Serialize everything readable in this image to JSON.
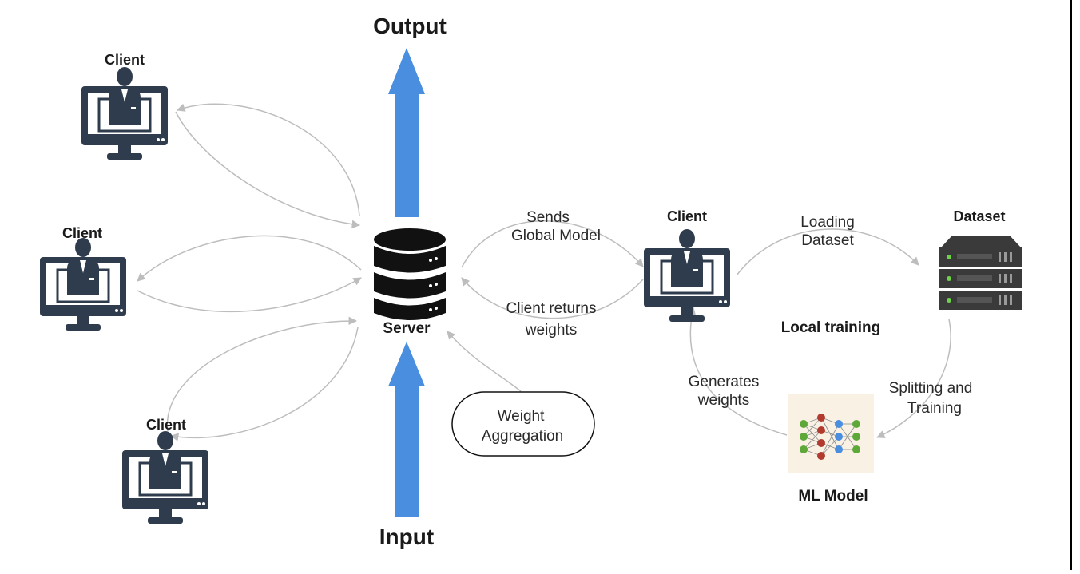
{
  "title_output": "Output",
  "title_input": "Input",
  "server": {
    "label": "Server"
  },
  "clients": {
    "top": "Client",
    "middle": "Client",
    "bottom": "Client",
    "right": "Client"
  },
  "dataset": {
    "label": "Dataset"
  },
  "ml_model": {
    "label": "ML Model"
  },
  "local_training": "Local training",
  "edges": {
    "sends_line1": "Sends",
    "sends_line2": "Global Model",
    "returns_line1": "Client returns",
    "returns_line2": "weights",
    "loading_line1": "Loading",
    "loading_line2": "Dataset",
    "splitting_line1": "Splitting and",
    "splitting_line2": "Training",
    "generates_line1": "Generates",
    "generates_line2": "weights"
  },
  "aggregation": {
    "line1": "Weight",
    "line2": "Aggregation"
  },
  "colors": {
    "arrow_blue": "#4a8ee0",
    "monitor": "#2f3c4d",
    "edge_gray": "#bdbdbd",
    "server_black": "#111111"
  }
}
